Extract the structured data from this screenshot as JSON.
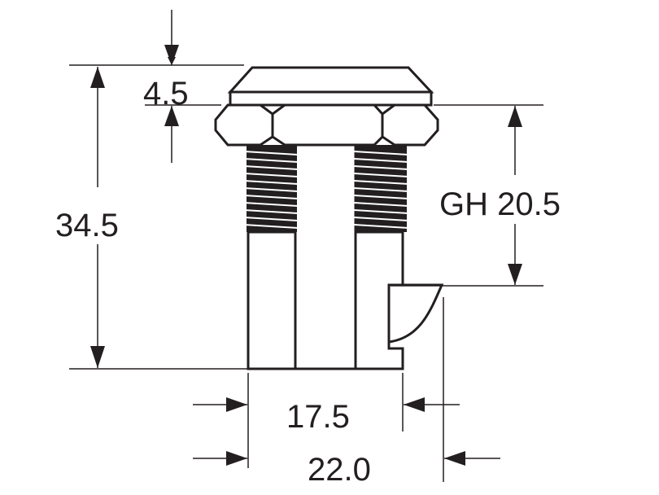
{
  "drawing": {
    "dimensions": {
      "cap_height": "4.5",
      "total_height": "34.5",
      "grip_height": "GH 20.5",
      "shank_width": "17.5",
      "overall_width": "22.0"
    },
    "line_color": "#231f20"
  }
}
